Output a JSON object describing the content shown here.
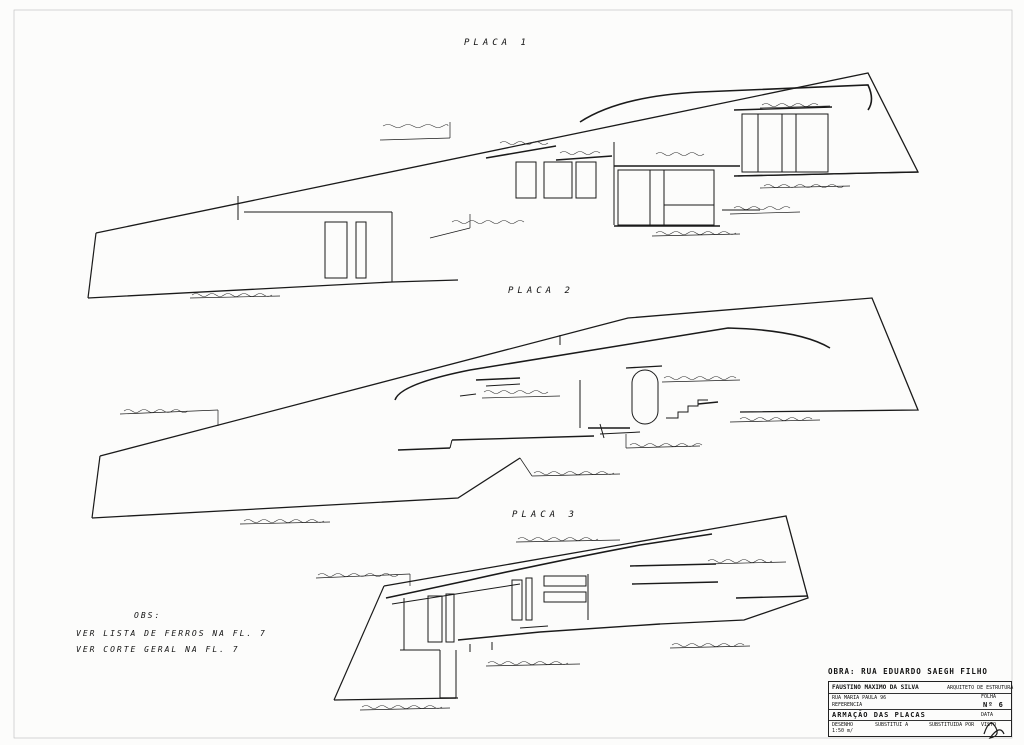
{
  "plates": [
    {
      "title": "PLACA 1"
    },
    {
      "title": "PLACA 2"
    },
    {
      "title": "PLACA 3"
    }
  ],
  "notes": {
    "heading": "OBS:",
    "lines": [
      "VER LISTA DE FERROS NA FL. 7",
      "VER CORTE GERAL NA FL. 7"
    ]
  },
  "title_block": {
    "obra": "OBRA: RUA EDUARDO SAEGH FILHO",
    "engineer": "FAUSTINO MAXIMO DA SILVA",
    "role": "ARQUITETO DE ESTRUTURA",
    "address": "RUA MARIA PAULA 96",
    "referencia": "REFERENCIA",
    "folha_label": "FOLHA",
    "folha_value": "Nº 6",
    "drawing_title": "ARMAÇÃO DAS PLACAS",
    "data_label": "DATA",
    "desenho_label": "DESENHO",
    "escala": "1:50 m/",
    "substitui_label": "SUBSTITUI A",
    "substituido_label": "SUBSTITUIDA POR",
    "visto_label": "VISTO"
  },
  "colors": {
    "ink": "#1a1a1a",
    "paper": "#fcfcfb"
  }
}
